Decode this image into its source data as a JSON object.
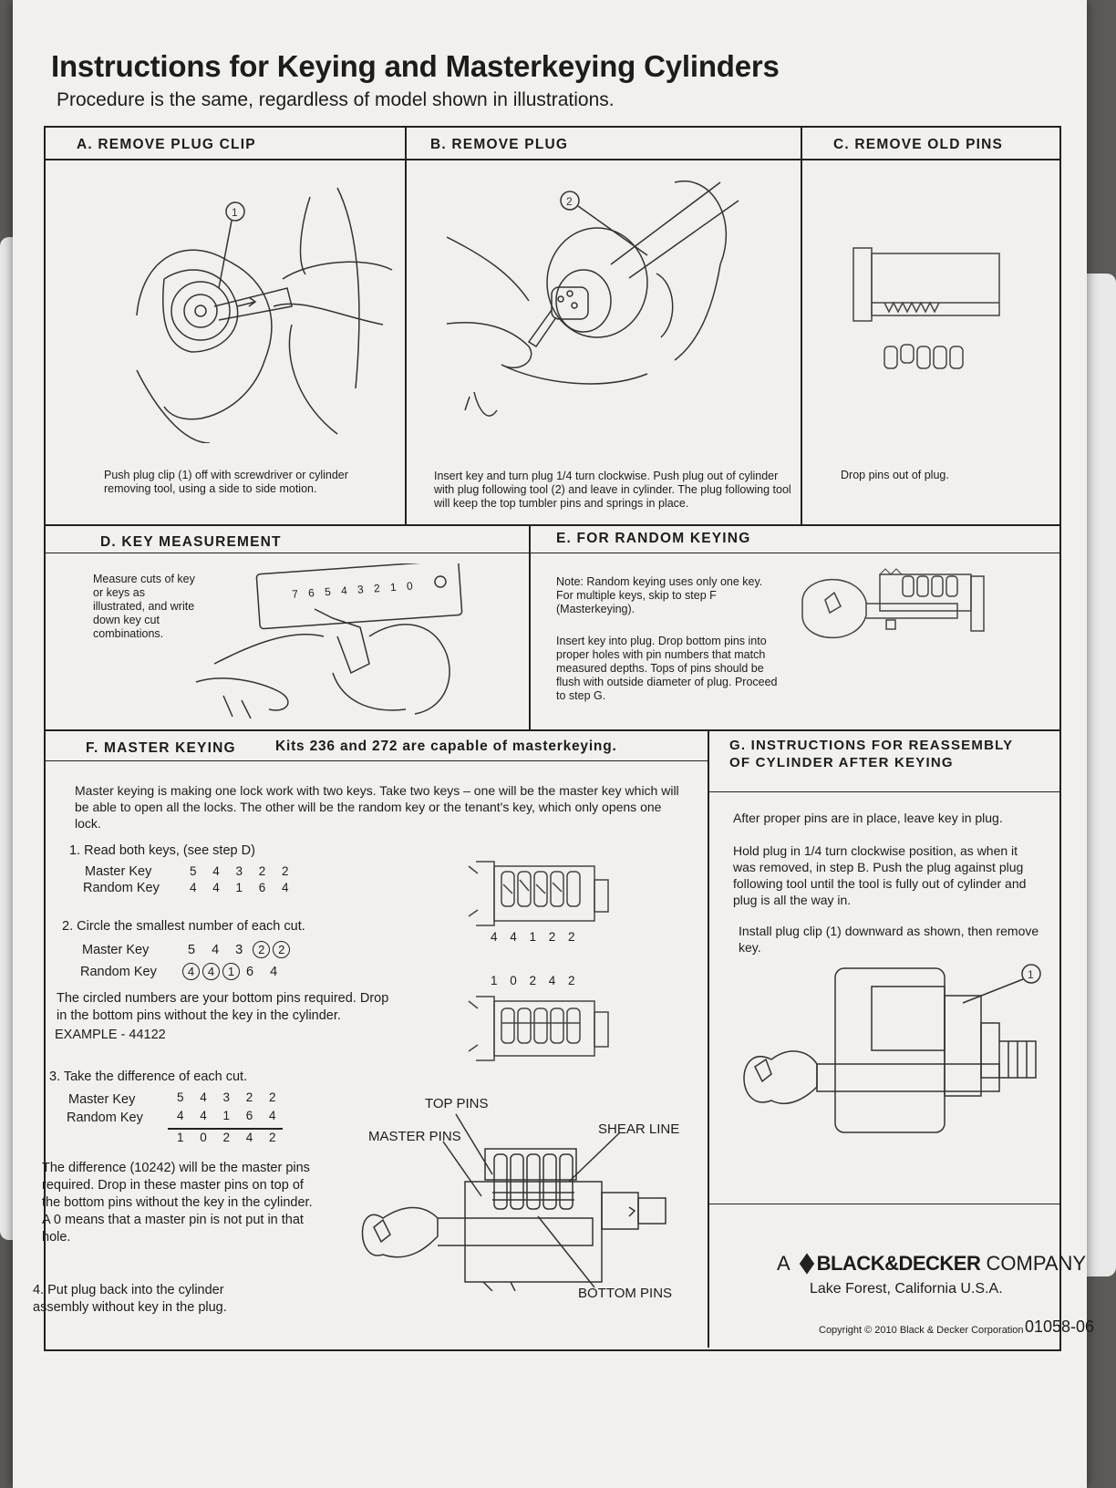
{
  "title": "Instructions for Keying and Masterkeying Cylinders",
  "subtitle": "Procedure is the same, regardless of model shown in illustrations.",
  "sections": {
    "a": {
      "heading": "A. REMOVE PLUG CLIP",
      "callout": "1",
      "text": "Push plug clip (1) off with screwdriver or cylinder removing tool, using a side to side motion."
    },
    "b": {
      "heading": "B. REMOVE PLUG",
      "callout": "2",
      "text": "Insert key and turn plug 1/4 turn clockwise. Push plug out of cylinder with plug following tool (2) and leave in cylinder. The plug following tool will keep the top tumbler pins and springs in place."
    },
    "c": {
      "heading": "C. REMOVE OLD PINS",
      "text": "Drop pins out of plug."
    },
    "d": {
      "heading": "D. KEY MEASUREMENT",
      "text": "Measure cuts of key or keys as illustrated, and write down key cut combinations.",
      "gauge_numbers": "7 6 5 4 3 2 1 0"
    },
    "e": {
      "heading": "E. FOR RANDOM KEYING",
      "note": "Note: Random keying uses only one key. For multiple keys, skip to step F (Masterkeying).",
      "text": "Insert key into plug. Drop bottom pins into proper holes with pin numbers that match measured depths. Tops of pins should be flush with outside diameter of plug. Proceed to step G."
    },
    "f": {
      "heading": "F. MASTER KEYING",
      "heading_note": "Kits 236 and 272 are capable of masterkeying.",
      "intro": "Master keying is making one lock work with two keys. Take two keys – one will be the master key which will be able to open all the locks. The other will be the random key or the tenant's key, which only opens one lock.",
      "step1": "1. Read both keys, (see step D)",
      "step2": "2. Circle the smallest number of each cut.",
      "step3": "3. Take the difference of each cut.",
      "step4": "4. Put plug back into the cylinder assembly without key in the plug.",
      "master_label": "Master Key",
      "random_label": "Random Key",
      "master_cuts": "5 4 3 2 2",
      "random_cuts": "4 4 1 6 4",
      "master_plain": "5 4 3",
      "master_circled": [
        "2",
        "2"
      ],
      "random_circled": [
        "4",
        "4",
        "1"
      ],
      "random_plain": "6 4",
      "circled_text": "The circled numbers are your bottom pins required. Drop in the bottom pins without the key in the cylinder.",
      "example": "EXAMPLE - 44122",
      "difference": "1 0 2 4 2",
      "difference_text": "The difference (10242) will be the master pins required. Drop in these master pins on top of the bottom pins without the key in the cylinder. A 0 means that a master pin is not put in that hole.",
      "plug_label_1": "4 4 1 2 2",
      "plug_label_2": "1 0 2 4 2",
      "label_top_pins": "TOP PINS",
      "label_master_pins": "MASTER PINS",
      "label_shear_line": "SHEAR LINE",
      "label_bottom_pins": "BOTTOM PINS"
    },
    "g": {
      "heading": "G. INSTRUCTIONS FOR REASSEMBLY OF CYLINDER AFTER KEYING",
      "p1": "After proper pins are in place, leave key in plug.",
      "p2": "Hold plug in 1/4 turn clockwise position, as when it was removed, in step B. Push the plug against plug following tool until the tool is fully out of cylinder and plug is all the way in.",
      "p3": "Install plug clip (1) downward as shown, then remove key.",
      "callout": "1"
    }
  },
  "footer": {
    "brand_prefix": "A",
    "brand": "BLACK&DECKER",
    "brand_suffix": "COMPANY",
    "location": "Lake Forest, California U.S.A.",
    "copyright": "Copyright © 2010 Black & Decker Corporation",
    "doc_number": "01058-06"
  }
}
